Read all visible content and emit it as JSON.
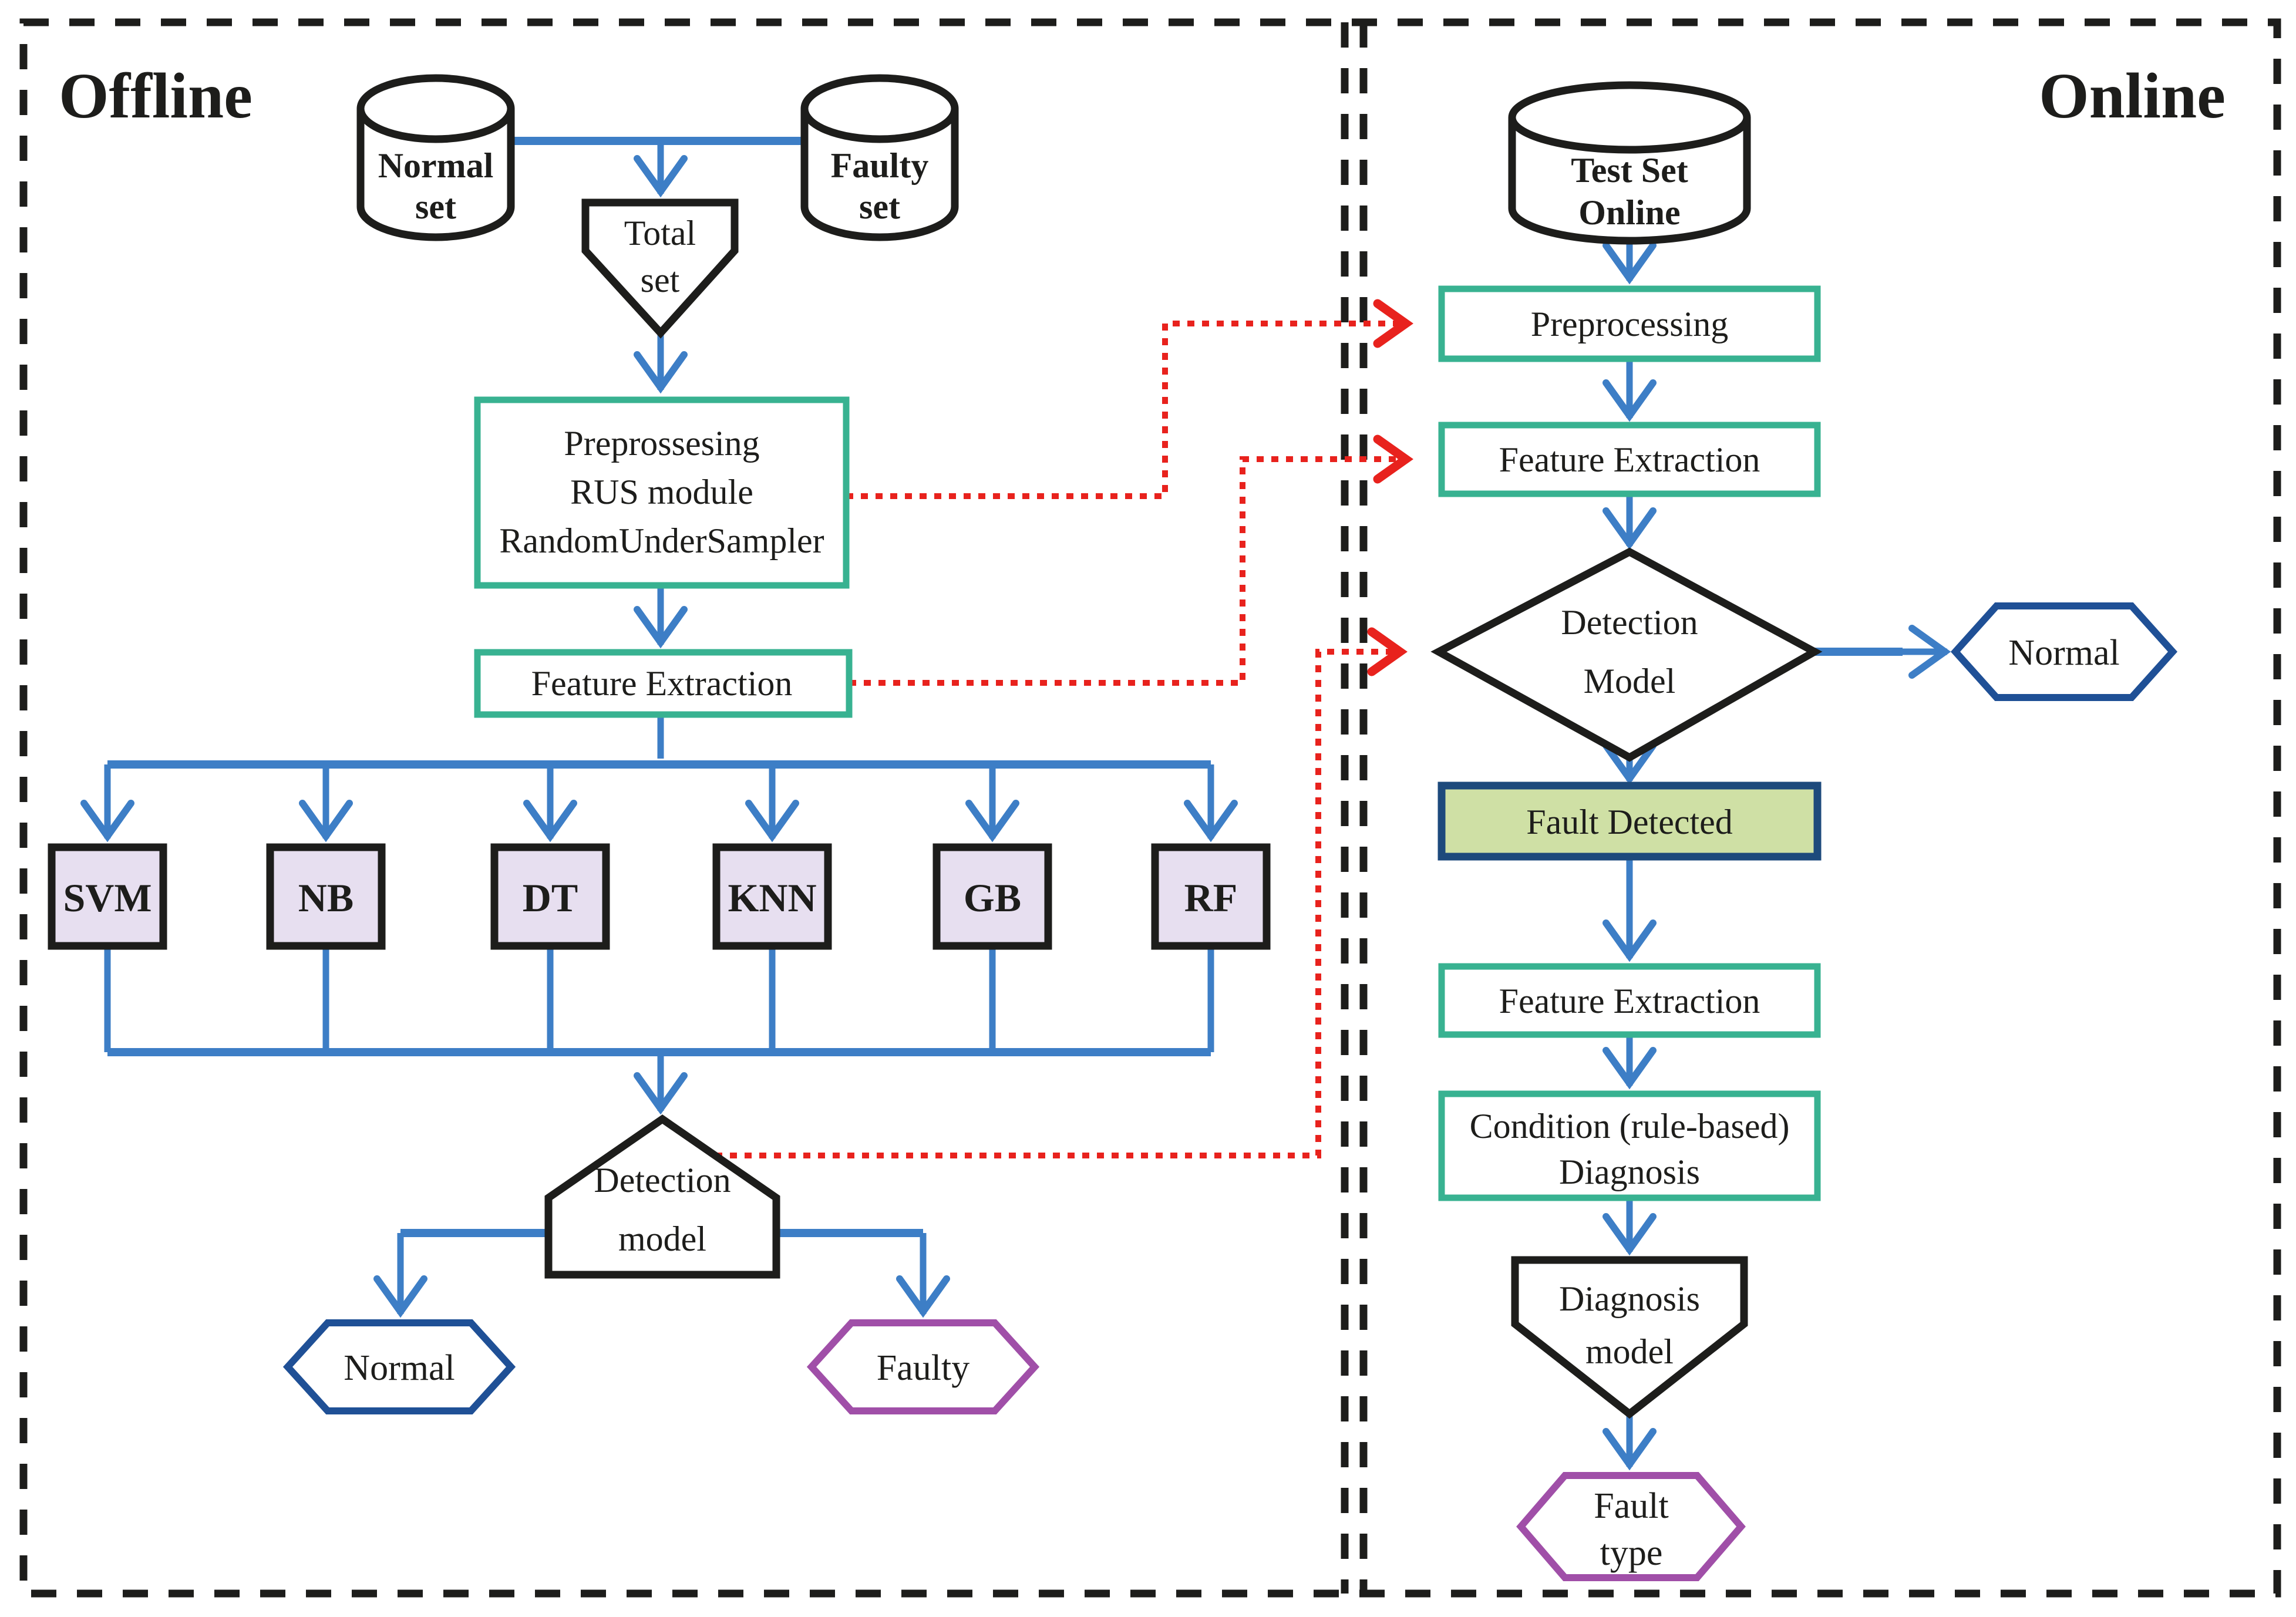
{
  "colors": {
    "ink": "#1d1d1b",
    "blue": "#3d7ec6",
    "teal": "#38b291",
    "red": "#e8221d",
    "navy": "#1f5096",
    "purple": "#a04fa8",
    "lavender": "#e7dff0",
    "green_fill": "#cfe0a5",
    "green_border": "#1d4a7c"
  },
  "offline": {
    "label": "Offline",
    "normal_set": {
      "line1": "Normal",
      "line2": "set"
    },
    "faulty_set": {
      "line1": "Faulty",
      "line2": "set"
    },
    "total_set": {
      "line1": "Total",
      "line2": "set"
    },
    "preprocessing": {
      "line1": "Preprossesing",
      "line2": "RUS module",
      "line3": "RandomUnderSampler"
    },
    "feature_extraction": "Feature Extraction",
    "classifiers": [
      "SVM",
      "NB",
      "DT",
      "KNN",
      "GB",
      "RF"
    ],
    "detection_model": {
      "line1": "Detection",
      "line2": "model"
    },
    "normal_result": "Normal",
    "faulty_result": "Faulty"
  },
  "online": {
    "label": "Online",
    "test_set": {
      "line1": "Test Set",
      "line2": "Online"
    },
    "preprocessing": "Preprocessing",
    "feature_extraction_1": "Feature Extraction",
    "detection_model": {
      "line1": "Detection",
      "line2": "Model"
    },
    "normal_result": "Normal",
    "fault_detected": "Fault Detected",
    "feature_extraction_2": "Feature Extraction",
    "condition_diagnosis": {
      "line1": "Condition (rule-based)",
      "line2": "Diagnosis"
    },
    "diagnosis_model": {
      "line1": "Diagnosis",
      "line2": "model"
    },
    "fault_type": {
      "line1": "Fault",
      "line2": "type"
    }
  }
}
